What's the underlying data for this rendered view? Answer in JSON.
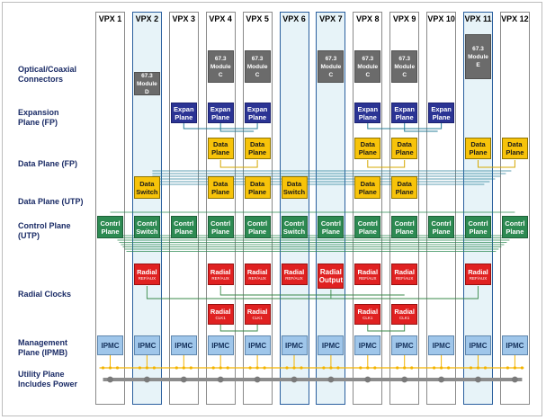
{
  "slots": [
    {
      "title": "VPX 1",
      "highlight": false
    },
    {
      "title": "VPX 2",
      "highlight": true
    },
    {
      "title": "VPX 3",
      "highlight": false
    },
    {
      "title": "VPX 4",
      "highlight": false
    },
    {
      "title": "VPX 5",
      "highlight": false
    },
    {
      "title": "VPX 6",
      "highlight": true
    },
    {
      "title": "VPX 7",
      "highlight": true
    },
    {
      "title": "VPX 8",
      "highlight": false
    },
    {
      "title": "VPX 9",
      "highlight": false
    },
    {
      "title": "VPX 10",
      "highlight": false
    },
    {
      "title": "VPX 11",
      "highlight": true
    },
    {
      "title": "VPX 12",
      "highlight": false
    }
  ],
  "rows": {
    "optical": "Optical/Coaxial Connectors",
    "expansion": "Expansion Plane (FP)",
    "data_fp": "Data Plane (FP)",
    "data_utp": "Data Plane (UTP)",
    "control": "Control Plane (UTP)",
    "radial": "Radial Clocks",
    "management": "Management Plane (IPMB)",
    "utility": "Utility Plane Includes Power"
  },
  "modules": [
    {
      "slot": 2,
      "line1": "67.3",
      "line2": "Module",
      "line3": "D"
    },
    {
      "slot": 4,
      "line1": "67.3",
      "line2": "Module",
      "line3": "C"
    },
    {
      "slot": 5,
      "line1": "67.3",
      "line2": "Module",
      "line3": "C"
    },
    {
      "slot": 7,
      "line1": "67.3",
      "line2": "Module",
      "line3": "C"
    },
    {
      "slot": 8,
      "line1": "67.3",
      "line2": "Module",
      "line3": "C"
    },
    {
      "slot": 9,
      "line1": "67.3",
      "line2": "Module",
      "line3": "C"
    },
    {
      "slot": 11,
      "line1": "67.3",
      "line2": "Module",
      "line3": "E"
    }
  ],
  "expansion": {
    "slots": [
      3,
      4,
      5,
      8,
      9,
      10
    ],
    "line1": "Expan",
    "line2": "Plane"
  },
  "data_fp": {
    "slots": [
      4,
      5,
      8,
      9,
      11,
      12
    ],
    "line1": "Data",
    "line2": "Plane"
  },
  "data_utp": [
    {
      "slot": 2,
      "line1": "Data",
      "line2": "Switch"
    },
    {
      "slot": 4,
      "line1": "Data",
      "line2": "Plane"
    },
    {
      "slot": 5,
      "line1": "Data",
      "line2": "Plane"
    },
    {
      "slot": 6,
      "line1": "Data",
      "line2": "Switch"
    },
    {
      "slot": 8,
      "line1": "Data",
      "line2": "Plane"
    },
    {
      "slot": 9,
      "line1": "Data",
      "line2": "Plane"
    }
  ],
  "control": [
    {
      "slot": 1,
      "line1": "Contrl",
      "line2": "Plane"
    },
    {
      "slot": 2,
      "line1": "Contrl",
      "line2": "Switch"
    },
    {
      "slot": 3,
      "line1": "Contrl",
      "line2": "Plane"
    },
    {
      "slot": 4,
      "line1": "Contrl",
      "line2": "Plane"
    },
    {
      "slot": 5,
      "line1": "Contrl",
      "line2": "Plane"
    },
    {
      "slot": 6,
      "line1": "Contrl",
      "line2": "Switch"
    },
    {
      "slot": 7,
      "line1": "Contrl",
      "line2": "Plane"
    },
    {
      "slot": 8,
      "line1": "Contrl",
      "line2": "Plane"
    },
    {
      "slot": 9,
      "line1": "Contrl",
      "line2": "Plane"
    },
    {
      "slot": 10,
      "line1": "Contrl",
      "line2": "Plane"
    },
    {
      "slot": 11,
      "line1": "Contrl",
      "line2": "Plane"
    },
    {
      "slot": 12,
      "line1": "Contrl",
      "line2": "Plane"
    }
  ],
  "radial_ref": [
    {
      "slot": 2,
      "line1": "Radial",
      "line2": "REF/AUX"
    },
    {
      "slot": 4,
      "line1": "Radial",
      "line2": "REF/AUX"
    },
    {
      "slot": 5,
      "line1": "Radial",
      "line2": "REF/AUX"
    },
    {
      "slot": 6,
      "line1": "Radial",
      "line2": "REF/AUX"
    },
    {
      "slot": 7,
      "line1": "Radial",
      "line2": "Output"
    },
    {
      "slot": 8,
      "line1": "Radial",
      "line2": "REF/AUX"
    },
    {
      "slot": 9,
      "line1": "Radial",
      "line2": "REF/AUX"
    },
    {
      "slot": 11,
      "line1": "Radial",
      "line2": "REF/AUX"
    }
  ],
  "radial_clk": [
    {
      "slot": 4,
      "line1": "Radial",
      "line2": "CLK1"
    },
    {
      "slot": 5,
      "line1": "Radial",
      "line2": "CLK1"
    },
    {
      "slot": 8,
      "line1": "Radial",
      "line2": "CLK1"
    },
    {
      "slot": 9,
      "line1": "Radial",
      "line2": "CLK1"
    }
  ],
  "ipmc_label": "IPMC",
  "colors": {
    "module": "#6b6b6b",
    "expansion": "#2b3494",
    "data": "#f7c30a",
    "control": "#2d8a52",
    "radial": "#e02121",
    "ipmc": "#9fc6ea",
    "slot_highlight": "#e7f3f8",
    "power_bus": "#8c8c8c",
    "ipmb_bus": "#f3b400"
  }
}
